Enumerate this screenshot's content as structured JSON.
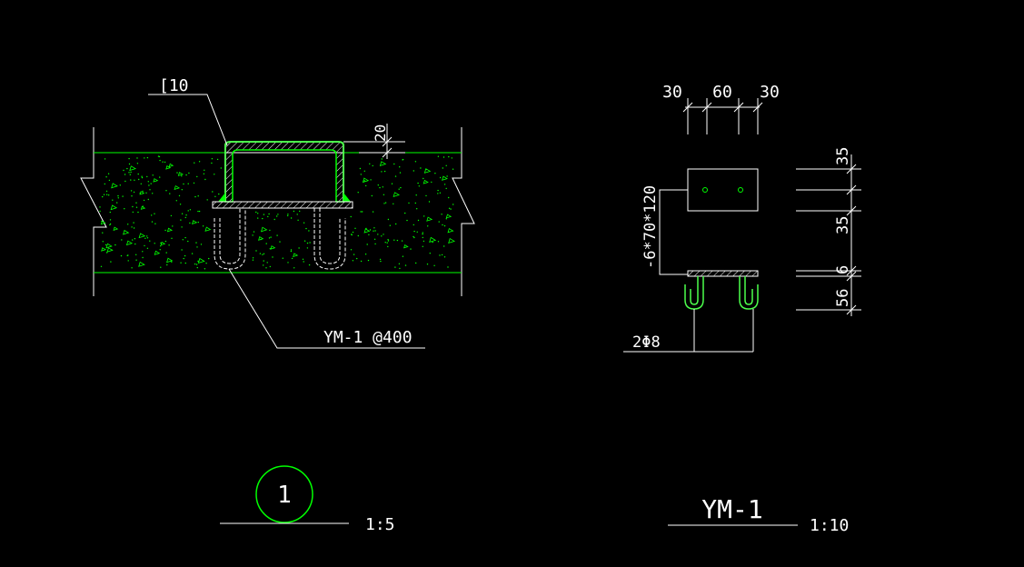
{
  "colors": {
    "background": "#000000",
    "line": "#ffffff",
    "concrete": "#00ff00",
    "channel": "#4cff4c",
    "hatch": "#ffffff"
  },
  "detail_1": {
    "channel_label": "[10",
    "dim_20": "20",
    "anchor_label": "YM-1 @400",
    "title_number": "1",
    "scale": "1:5"
  },
  "detail_ym1": {
    "dims_top": [
      "30",
      "60",
      "30"
    ],
    "plate_label": "-6*70*120",
    "dims_right": [
      "35",
      "35",
      "6",
      "56"
    ],
    "bar_label": "2Φ8",
    "title": "YM-1",
    "scale": "1:10"
  }
}
